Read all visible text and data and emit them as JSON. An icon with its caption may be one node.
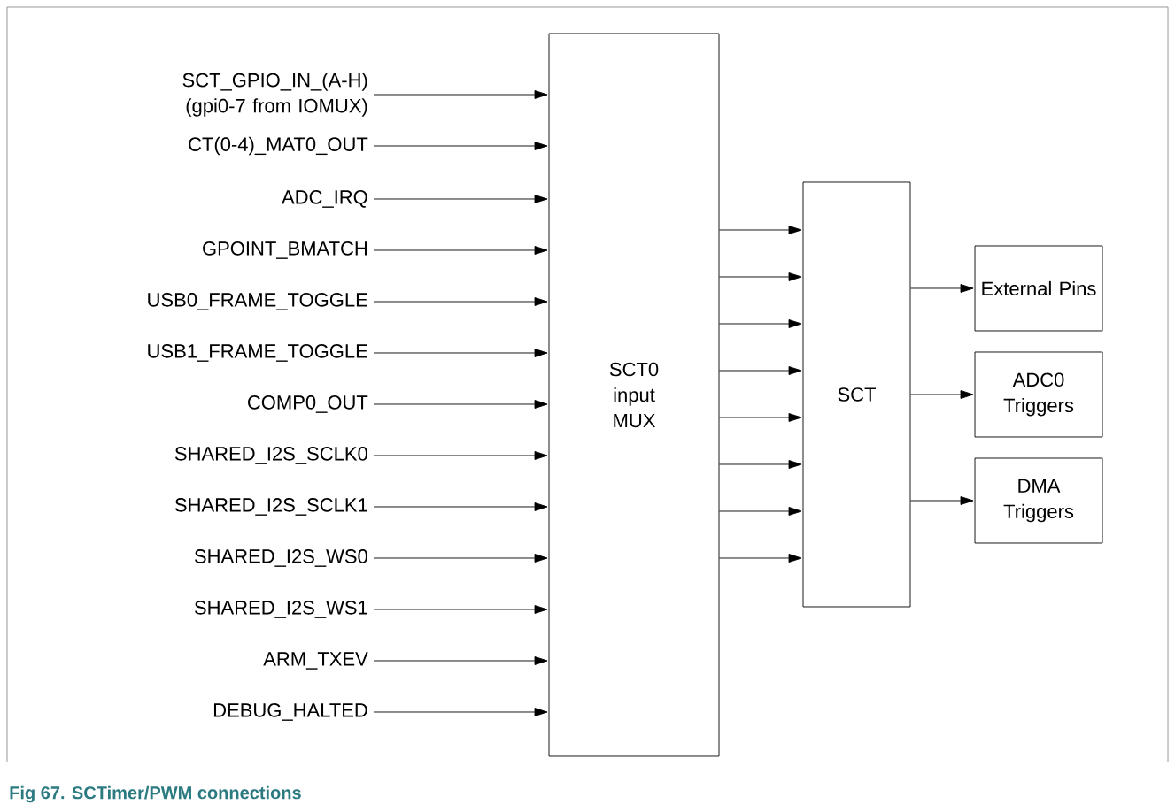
{
  "diagram": {
    "caption": "Fig 67.   SCTimer/PWM connections",
    "nodes": [
      {
        "text": [
          "SCT_GPIO_IN_(A-H) (gpi0-7 from IOMUX)"
        ]
      },
      {
        "text": [
          "CT(0-4)_MAT0_OUT"
        ]
      },
      {
        "text": [
          "ADC_IRQ"
        ]
      },
      {
        "text": [
          "GPOINT_BMATCH"
        ]
      },
      {
        "text": [
          "USB0_FRAME_TOGGLE"
        ]
      },
      {
        "text": [
          "USB1_FRAME_TOGGLE"
        ]
      },
      {
        "text": [
          "COMP0_OUT"
        ]
      },
      {
        "text": [
          "SHARED_I2S_SCLK0"
        ]
      },
      {
        "text": [
          "SHARED_I2S_SCLK1"
        ]
      },
      {
        "text": [
          "SHARED_I2S_WS0"
        ]
      },
      {
        "text": [
          "SHARED_I2S_WS1"
        ]
      },
      {
        "text": [
          "ARM_TXEV"
        ]
      },
      {
        "text": [
          "DEBUG_HALTED"
        ]
      },
      {
        "text": [
          "SCT0 input MUX"
        ]
      },
      {
        "text": [
          "SCT"
        ]
      },
      {
        "text": [
          "External Pins"
        ]
      },
      {
        "text": [
          "ADC0 Triggers"
        ]
      },
      {
        "text": [
          "DMA Triggers"
        ]
      }
    ],
    "edges": [
      {
        "from": 0,
        "to": 13,
        "arrow": "to"
      },
      {
        "from": 1,
        "to": 13,
        "arrow": "to"
      },
      {
        "from": 2,
        "to": 13,
        "arrow": "to"
      },
      {
        "from": 3,
        "to": 13,
        "arrow": "to"
      },
      {
        "from": 4,
        "to": 13,
        "arrow": "to"
      },
      {
        "from": 5,
        "to": 13,
        "arrow": "to"
      },
      {
        "from": 6,
        "to": 13,
        "arrow": "to"
      },
      {
        "from": 7,
        "to": 13,
        "arrow": "to"
      },
      {
        "from": 8,
        "to": 13,
        "arrow": "to"
      },
      {
        "from": 9,
        "to": 13,
        "arrow": "to"
      },
      {
        "from": 10,
        "to": 13,
        "arrow": "to"
      },
      {
        "from": 11,
        "to": 13,
        "arrow": "to"
      },
      {
        "from": 12,
        "to": 13,
        "arrow": "to"
      },
      {
        "from": 13,
        "to": 14,
        "arrow": "to"
      },
      {
        "from": 13,
        "to": 14,
        "arrow": "to"
      },
      {
        "from": 13,
        "to": 14,
        "arrow": "to"
      },
      {
        "from": 13,
        "to": 14,
        "arrow": "to"
      },
      {
        "from": 13,
        "to": 14,
        "arrow": "to"
      },
      {
        "from": 13,
        "to": 14,
        "arrow": "to"
      },
      {
        "from": 13,
        "to": 14,
        "arrow": "to"
      },
      {
        "from": 13,
        "to": 14,
        "arrow": "to"
      },
      {
        "from": 14,
        "to": 15,
        "arrow": "to"
      },
      {
        "from": 14,
        "to": 16,
        "arrow": "to"
      },
      {
        "from": 14,
        "to": 17,
        "arrow": "to"
      }
    ]
  }
}
